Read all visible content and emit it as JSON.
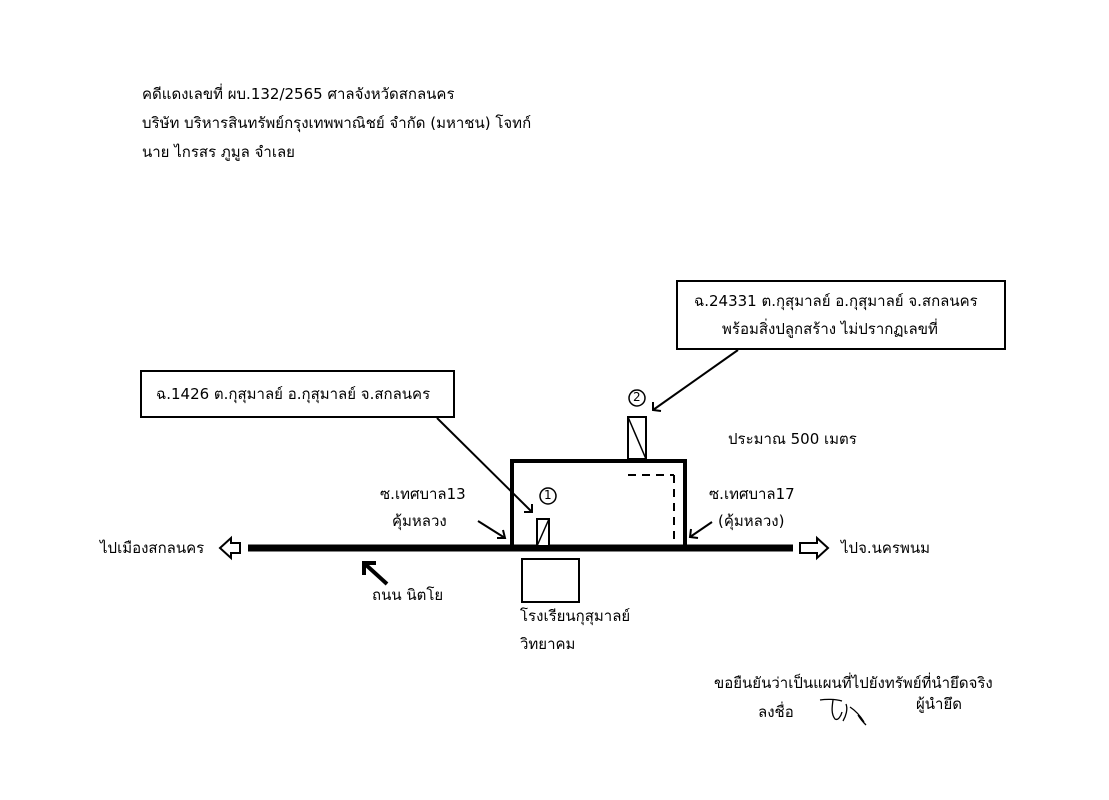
{
  "header": {
    "line1": "คดีแดงเลขที่ ผบ.132/2565 ศาลจังหวัดสกลนคร",
    "line2": "บริษัท บริหารสินทรัพย์กรุงเทพพาณิชย์ จำกัด (มหาชน) โจทก์",
    "line3": "นาย ไกรสร ภูมูล จำเลย"
  },
  "callouts": {
    "parcel1": "ฉ.1426 ต.กุสุมาลย์ อ.กุสุมาลย์ จ.สกลนคร",
    "parcel2_line1": "ฉ.24331 ต.กุสุมาลย์ อ.กุสุมาลย์ จ.สกลนคร",
    "parcel2_line2": "พร้อมสิ่งปลูกสร้าง ไม่ปรากฏเลขที่"
  },
  "markers": {
    "marker1": "1",
    "marker2": "2"
  },
  "labels": {
    "distance": "ประมาณ 500 เมตร",
    "soi13_line1": "ซ.เทศบาล13",
    "soi13_line2": "คุ้มหลวง",
    "soi17_line1": "ซ.เทศบาล17",
    "soi17_line2": "(คุ้มหลวง)",
    "to_left": "ไปเมืองสกลนคร",
    "to_right": "ไปจ.นครพนม",
    "road": "ถนน นิตโย",
    "school_line1": "โรงเรียนกุสุมาลย์",
    "school_line2": "วิทยาคม"
  },
  "footer": {
    "confirm": "ขอยืนยันว่าเป็นแผนที่ไปยังทรัพย์ที่นำยึดจริง",
    "sign_label": "ลงชื่อ",
    "signer_role": "ผู้นำยึด"
  }
}
